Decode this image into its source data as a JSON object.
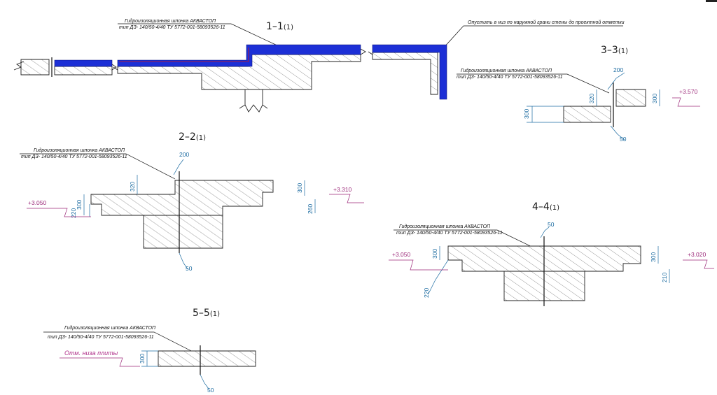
{
  "sections": {
    "s1": {
      "title": "1–1",
      "sub": "(1)",
      "note_line1": "Гидроизоляционная шпонка АКВАСТОП",
      "note_line2": "тип ДЗ- 140/50-4/40 ТУ 5772-001-58093526-11",
      "note_right": "Опустить в низ по наружной грани стены до проектной отметки"
    },
    "s2": {
      "title": "2–2",
      "sub": "(1)",
      "note_line1": "Гидроизоляционная шпонка АКВАСТОП",
      "note_line2": "тип ДЗ- 140/50-4/40 ТУ 5772-001-58093526-11",
      "dims": {
        "d200": "200",
        "d320": "320",
        "d300l": "300",
        "d220": "220",
        "d300r": "300",
        "d260": "260",
        "d50": "50"
      },
      "elev_left": "+3.050",
      "elev_right": "+3.310"
    },
    "s3": {
      "title": "3–3",
      "sub": "(1)",
      "note_line1": "Гидроизоляционная шпонка АКВАСТОП",
      "note_line2": "тип ДЗ- 140/50-4/40 ТУ 5772-001-58093526-11",
      "dims": {
        "d200": "200",
        "d320": "320",
        "d300l": "300",
        "d300r": "300",
        "d50": "50"
      },
      "elev_right": "+3.570"
    },
    "s4": {
      "title": "4–4",
      "sub": "(1)",
      "note_line1": "Гидроизоляционная шпонка АКВАСТОП",
      "note_line2": "тип ДЗ- 140/50-4/40 ТУ 5772-001-58093526-11",
      "dims": {
        "d50": "50",
        "d300l": "300",
        "d220": "220",
        "d300r": "300",
        "d210": "210"
      },
      "elev_left": "+3.050",
      "elev_right": "+3.020"
    },
    "s5": {
      "title": "5–5",
      "sub": "(1)",
      "note_line1": "Гидроизоляционная шпонка АКВАСТОП",
      "note_line2": "тип ДЗ- 140/50-4/40 ТУ 5772-001-58093526-11",
      "dims": {
        "d300": "300",
        "d50": "50"
      },
      "mark_left": "Отм. низа плиты"
    }
  },
  "colors": {
    "waterproofing": "#1c2fd6",
    "dimensions": "#1a6aa0",
    "elevations": "#9c2a7a",
    "concrete_outline": "#222222"
  }
}
